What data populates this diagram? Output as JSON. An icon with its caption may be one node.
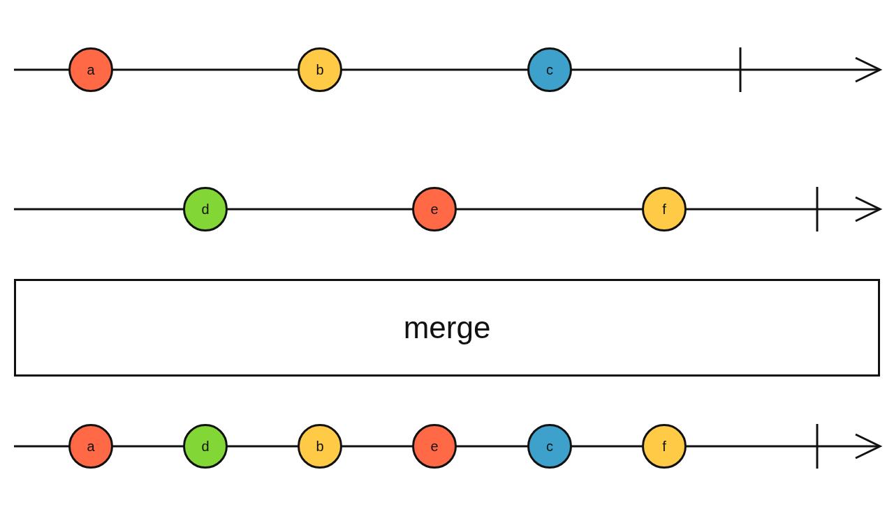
{
  "diagram": {
    "nodes": [
      {
        "text": [
          "a"
        ]
      },
      {
        "text": [
          "b"
        ]
      },
      {
        "text": [
          "c"
        ]
      },
      {
        "text": [
          "d"
        ]
      },
      {
        "text": [
          "e"
        ]
      },
      {
        "text": [
          "f"
        ]
      },
      {
        "text": [
          "merge"
        ]
      },
      {
        "text": [
          "a"
        ]
      },
      {
        "text": [
          "d"
        ]
      },
      {
        "text": [
          "b"
        ]
      },
      {
        "text": [
          "e"
        ]
      },
      {
        "text": [
          "c"
        ]
      },
      {
        "text": [
          "f"
        ]
      }
    ]
  }
}
